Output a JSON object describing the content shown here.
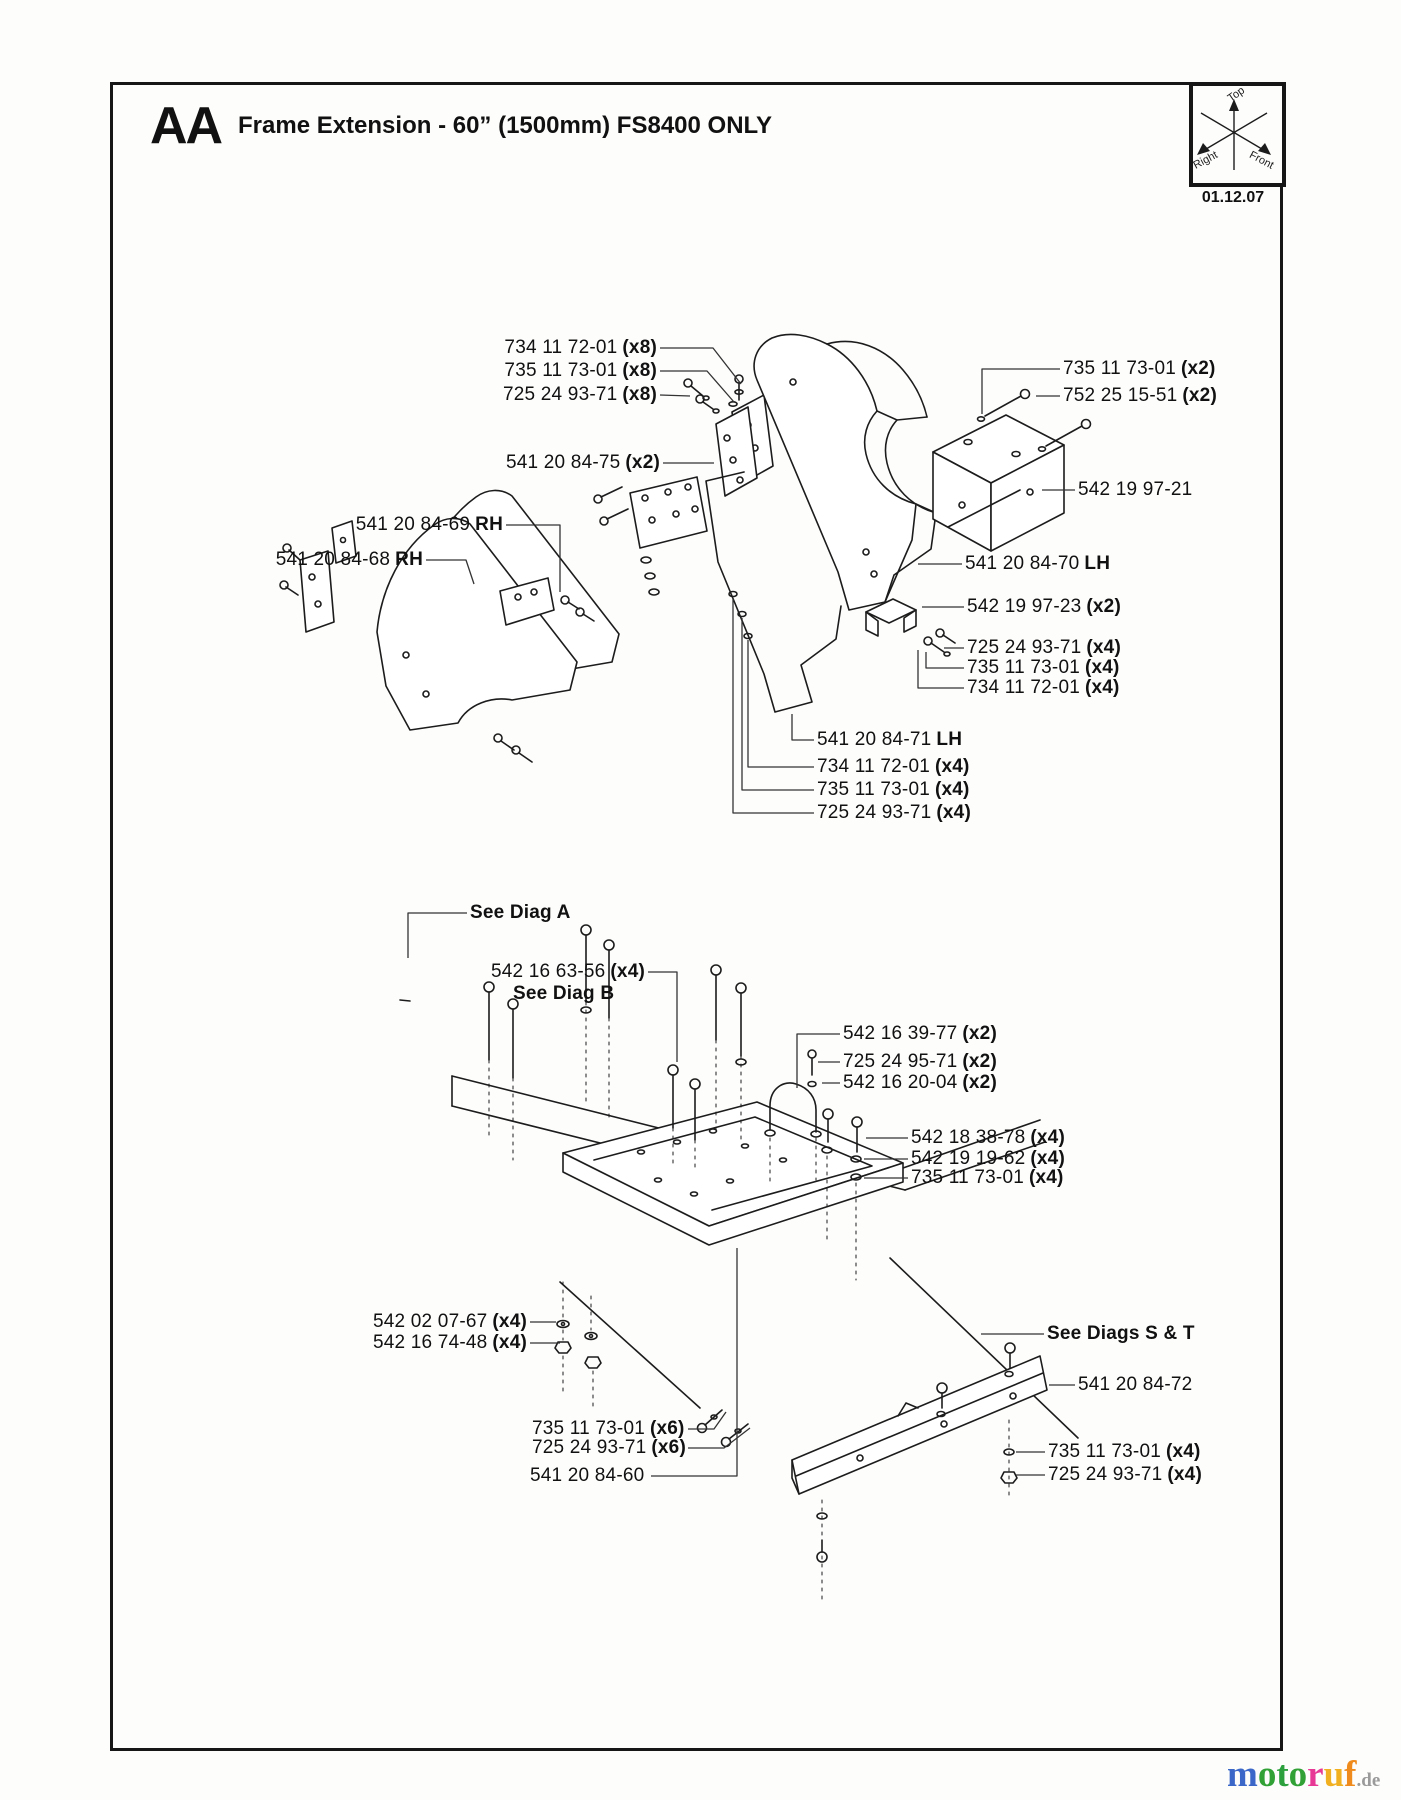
{
  "page": {
    "section_code": "AA",
    "title": "Frame Extension - 60” (1500mm) FS8400 ONLY",
    "date": "01.12.07",
    "compass": {
      "top": "Top",
      "right": "Right",
      "front": "Front"
    }
  },
  "labels": [
    {
      "num": "734 11 72-01",
      "suffix": "(x8)"
    },
    {
      "num": "735 11 73-01",
      "suffix": "(x8)"
    },
    {
      "num": "725 24 93-71",
      "suffix": "(x8)"
    },
    {
      "num": "541 20 84-75",
      "suffix": "(x2)"
    },
    {
      "num": "541 20 84-69",
      "suffix": "RH"
    },
    {
      "num": "541 20 84-68",
      "suffix": "RH"
    },
    {
      "num": "735 11 73-01",
      "suffix": "(x2)"
    },
    {
      "num": "752 25 15-51",
      "suffix": "(x2)"
    },
    {
      "num": "542 19 97-21",
      "suffix": ""
    },
    {
      "num": "541 20 84-70",
      "suffix": "LH"
    },
    {
      "num": "542 19 97-23",
      "suffix": "(x2)"
    },
    {
      "num": "725 24 93-71",
      "suffix": "(x4)"
    },
    {
      "num": "735 11 73-01",
      "suffix": "(x4)"
    },
    {
      "num": "734 11 72-01",
      "suffix": "(x4)"
    },
    {
      "num": "541 20 84-71",
      "suffix": "LH"
    },
    {
      "num": "734 11 72-01",
      "suffix": "(x4)"
    },
    {
      "num": "735 11 73-01",
      "suffix": "(x4)"
    },
    {
      "num": "725 24 93-71",
      "suffix": "(x4)"
    },
    {
      "num": "See Diag A",
      "suffix": ""
    },
    {
      "num": "542 16 63-56",
      "suffix": "(x4)"
    },
    {
      "num": "See Diag B",
      "suffix": ""
    },
    {
      "num": "542 16 39-77",
      "suffix": "(x2)"
    },
    {
      "num": "725 24 95-71",
      "suffix": "(x2)"
    },
    {
      "num": "542 16 20-04",
      "suffix": "(x2)"
    },
    {
      "num": "542 18 38-78",
      "suffix": "(x4)"
    },
    {
      "num": "542 19 19-62",
      "suffix": "(x4)"
    },
    {
      "num": "735 11 73-01",
      "suffix": "(x4)"
    },
    {
      "num": "542 02 07-67",
      "suffix": "(x4)"
    },
    {
      "num": "542 16 74-48",
      "suffix": "(x4)"
    },
    {
      "num": "See Diags S & T",
      "suffix": ""
    },
    {
      "num": "541 20 84-72",
      "suffix": ""
    },
    {
      "num": "735 11 73-01",
      "suffix": "(x6)"
    },
    {
      "num": "725 24 93-71",
      "suffix": "(x6)"
    },
    {
      "num": "541 20 84-60",
      "suffix": ""
    },
    {
      "num": "735 11 73-01",
      "suffix": "(x4)"
    },
    {
      "num": "725 24 93-71",
      "suffix": "(x4)"
    }
  ],
  "watermark": {
    "letters": [
      {
        "ch": "m",
        "color": "#3b67c8"
      },
      {
        "ch": "o",
        "color": "#31a136"
      },
      {
        "ch": "t",
        "color": "#2ba03c"
      },
      {
        "ch": "o",
        "color": "#31a136"
      },
      {
        "ch": "r",
        "color": "#e73895"
      },
      {
        "ch": "u",
        "color": "#f0b01f"
      },
      {
        "ch": "f",
        "color": "#ef8b1d"
      }
    ],
    "suffix": ".de",
    "suffix_color": "#9a9a9a"
  }
}
